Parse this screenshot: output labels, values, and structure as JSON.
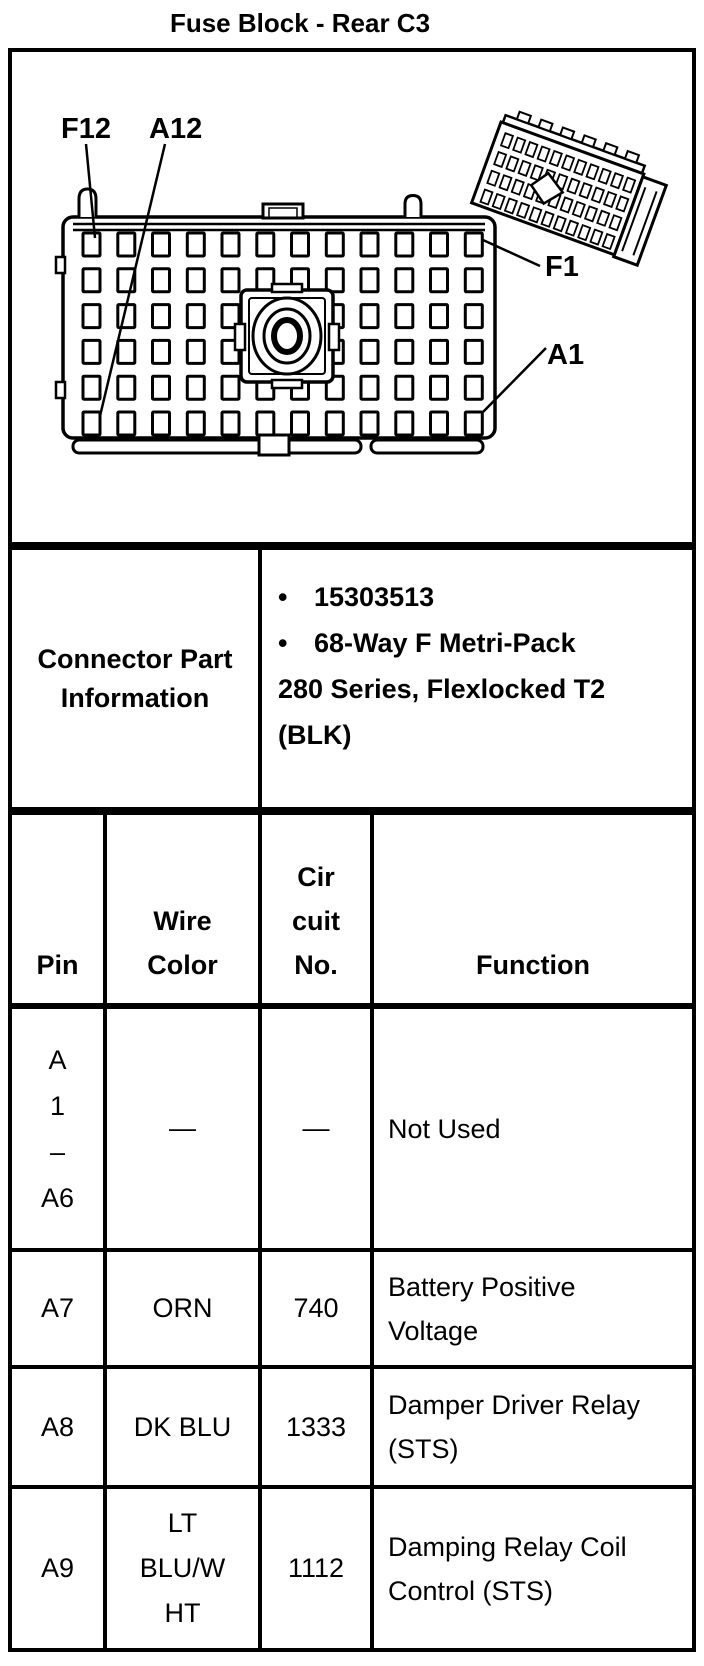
{
  "title": "Fuse Block - Rear C3",
  "diagram": {
    "pin_labels": {
      "f12": "F12",
      "a12": "A12",
      "f1": "F1",
      "a1": "A1"
    }
  },
  "part_info": {
    "label": "Connector Part Information",
    "bullet_items": [
      "15303513",
      "68-Way F Metri-Pack"
    ],
    "detail": "280 Series, Flexlocked T2 (BLK)"
  },
  "pin_table": {
    "headers": {
      "pin": "Pin",
      "wire_color_lines": [
        "Wire",
        "Color"
      ],
      "circuit_lines": [
        "Cir",
        "cuit",
        "No."
      ],
      "function": "Function"
    },
    "rows": [
      {
        "pin_lines": [
          "A",
          "1",
          "–",
          "A6"
        ],
        "wire_color_lines": [
          "—"
        ],
        "circuit": "—",
        "function": "Not Used"
      },
      {
        "pin_lines": [
          "A7"
        ],
        "wire_color_lines": [
          "ORN"
        ],
        "circuit": "740",
        "function": "Battery Positive Voltage"
      },
      {
        "pin_lines": [
          "A8"
        ],
        "wire_color_lines": [
          "DK BLU"
        ],
        "circuit": "1333",
        "function": "Damper Driver Relay (STS)"
      },
      {
        "pin_lines": [
          "A9"
        ],
        "wire_color_lines": [
          "LT",
          "BLU/W",
          "HT"
        ],
        "circuit": "1112",
        "function": "Damping Relay Coil Control (STS)"
      }
    ]
  }
}
